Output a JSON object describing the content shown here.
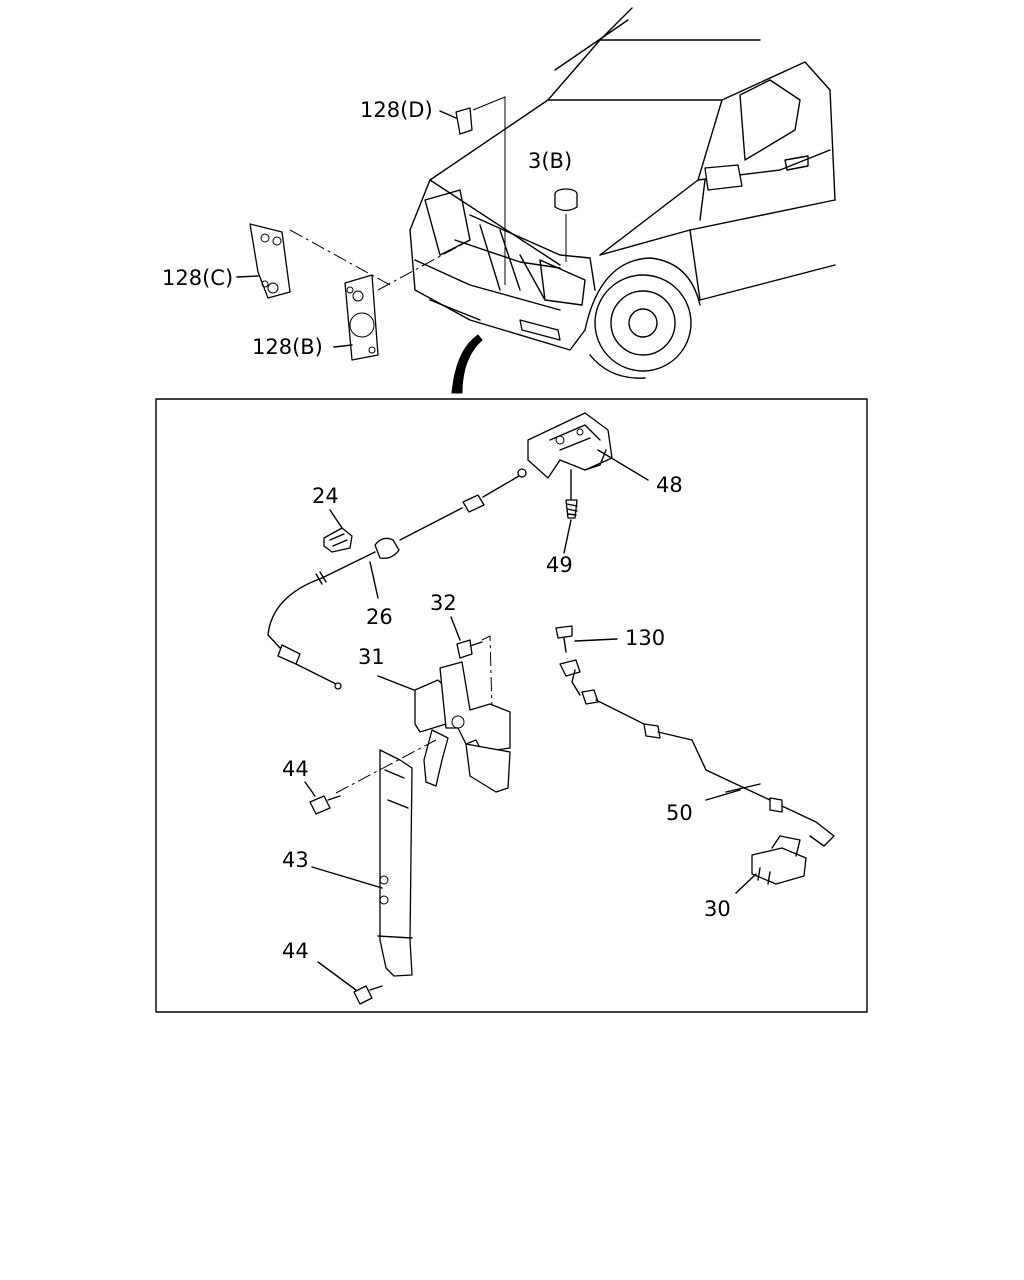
{
  "callouts": {
    "c128d": "128(D)",
    "c3b": "3(B)",
    "c128c": "128(C)",
    "c128b": "128(B)",
    "c24": "24",
    "c48": "48",
    "c49": "49",
    "c26": "26",
    "c32": "32",
    "c130": "130",
    "c31": "31",
    "c44a": "44",
    "c50": "50",
    "c43": "43",
    "c30": "30",
    "c44b": "44"
  }
}
